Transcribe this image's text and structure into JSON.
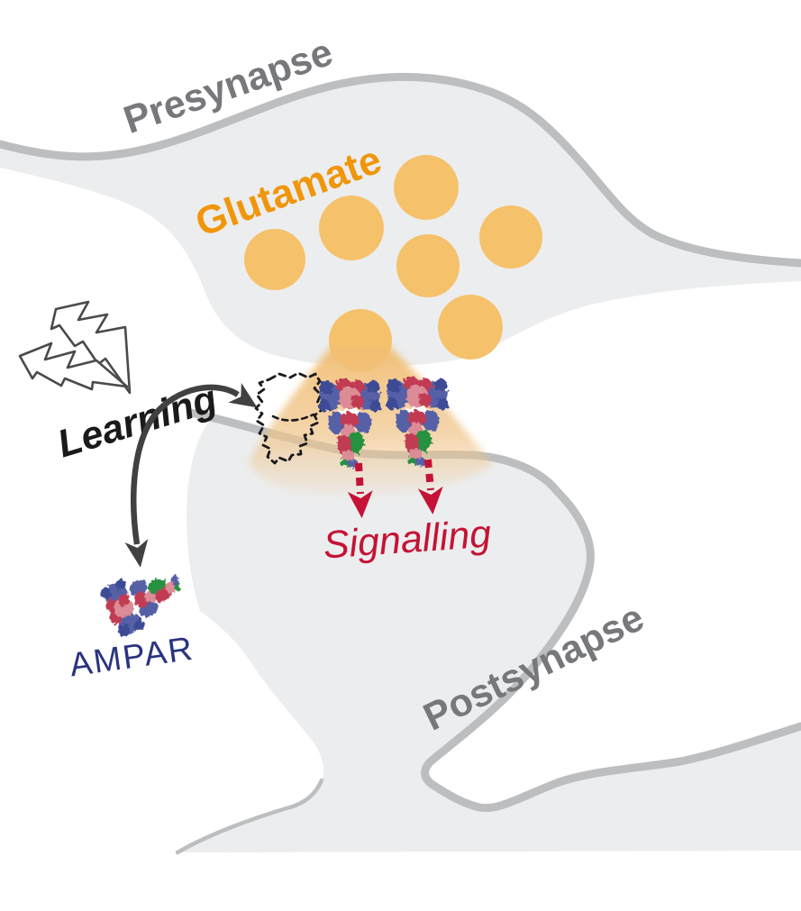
{
  "diagram": {
    "type": "synapse-schematic",
    "labels": {
      "presynapse": "Presynapse",
      "glutamate": "Glutamate",
      "learning": "Learning",
      "signalling": "Signalling",
      "ampar": "AMPAR",
      "postsynapse": "Postsynapse"
    },
    "counts": {
      "vesicles_total": 7,
      "fused_vesicles": 1,
      "receptors_in_synapse": 2,
      "dashed_receptor_slots": 1,
      "free_receptors": 1,
      "lightning_bolts": 2,
      "signalling_arrows": 2
    }
  },
  "colors": {
    "cell_fill": "#ECEDEE",
    "membrane": "#BCBEC0",
    "label_grey": "#77787B",
    "glutamate_orange": "#F0960B",
    "vesicle": "#F5C26B",
    "cloud_tan": "#F2C27E",
    "signalling_red": "#C41335",
    "ampar_navy": "#2A3380",
    "learning_black": "#1A1A1A",
    "arrow_dark": "#414042",
    "bolt_outline": "#4A4A4C",
    "receptor_blue": "#5560A6",
    "receptor_blue_dark": "#3D4C96",
    "receptor_red": "#C13A52",
    "receptor_pink": "#DC8C96",
    "receptor_green": "#27913F"
  }
}
